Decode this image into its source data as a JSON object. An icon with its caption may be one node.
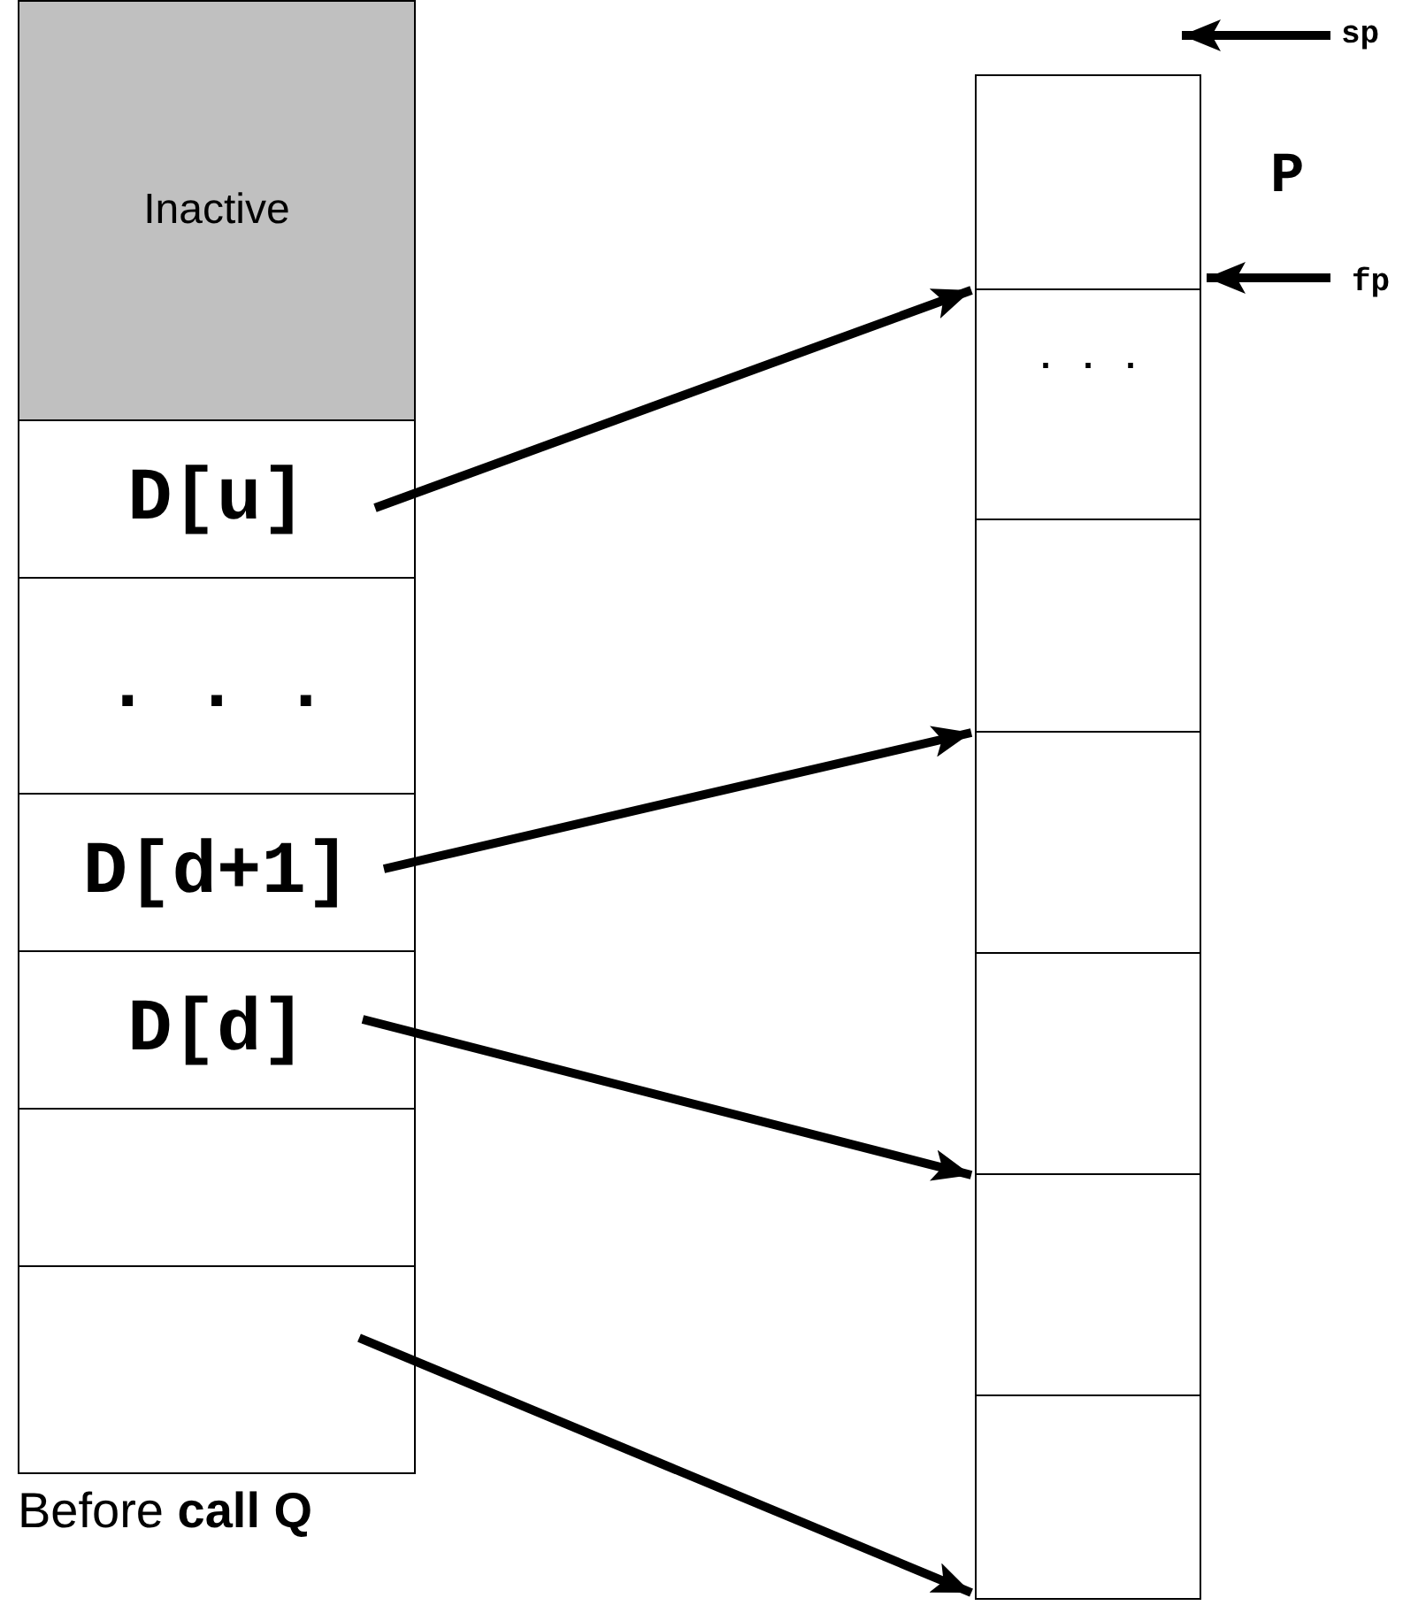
{
  "diagram": {
    "caption": "Before **call Q**",
    "nodes": [
      {
        "text": [
          "Inactive"
        ]
      },
      {
        "text": [
          "D[u]"
        ]
      },
      {
        "text": [
          ". . ."
        ]
      },
      {
        "text": [
          "D[d+1]"
        ]
      },
      {
        "text": [
          "D[d]"
        ]
      },
      {
        "text": [],
        "shape": "box"
      },
      {
        "text": [],
        "shape": "box"
      },
      {
        "text": [],
        "shape": "box",
        "beside": [
          "P"
        ]
      },
      {
        "text": [
          ". . ."
        ]
      },
      {
        "text": [],
        "shape": "box"
      },
      {
        "text": [],
        "shape": "box"
      },
      {
        "text": [],
        "shape": "box"
      },
      {
        "text": [],
        "shape": "box"
      },
      {
        "text": [],
        "shape": "box"
      },
      {
        "text": [
          "sp"
        ]
      },
      {
        "text": [
          "fp"
        ]
      }
    ],
    "edges": [
      {
        "from": 1,
        "to": 8,
        "arrow": "to"
      },
      {
        "from": 3,
        "to": 10,
        "arrow": "to"
      },
      {
        "from": 4,
        "to": 12,
        "arrow": "to"
      },
      {
        "from": 6,
        "to": 13,
        "arrow": "to"
      },
      {
        "from": 14,
        "to": 7,
        "arrow": "to"
      },
      {
        "from": 15,
        "to": 7,
        "arrow": "to"
      }
    ]
  }
}
